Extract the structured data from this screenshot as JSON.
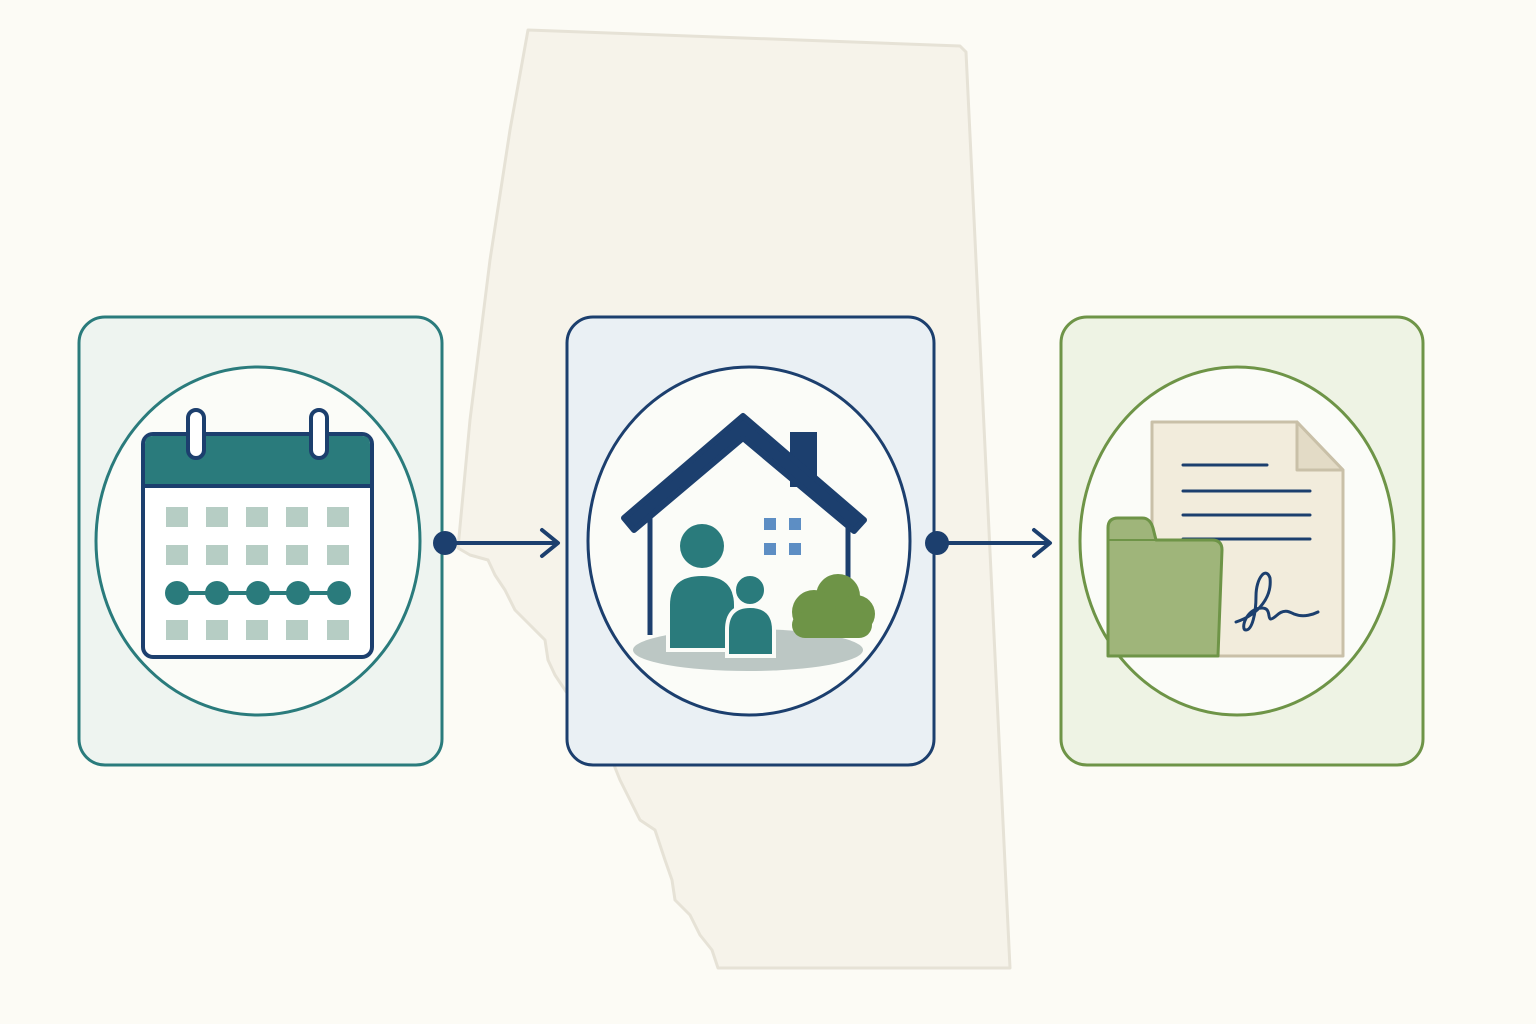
{
  "diagram": {
    "background_color": "#fcfbf5",
    "map_shape": {
      "name": "alberta-outline",
      "fill": "#f6f3ea",
      "stroke": "#e6e2d6"
    },
    "steps": [
      {
        "name": "step-calendar",
        "icon": "calendar-icon",
        "border_color": "#2a7b7c",
        "fill_color": "#eef4f0",
        "accent": "#2a7b7c"
      },
      {
        "name": "step-home-family",
        "icon": "house-family-icon",
        "border_color": "#1c3f6e",
        "fill_color": "#eaf0f4",
        "accent": "#1c3f6e"
      },
      {
        "name": "step-signed-documents",
        "icon": "signed-document-folder-icon",
        "border_color": "#6e9447",
        "fill_color": "#eef3e4",
        "accent": "#6e9447"
      }
    ],
    "connectors": [
      {
        "from": "step-calendar",
        "to": "step-home-family",
        "color": "#1c3f6e"
      },
      {
        "from": "step-home-family",
        "to": "step-signed-documents",
        "color": "#1c3f6e"
      }
    ]
  }
}
